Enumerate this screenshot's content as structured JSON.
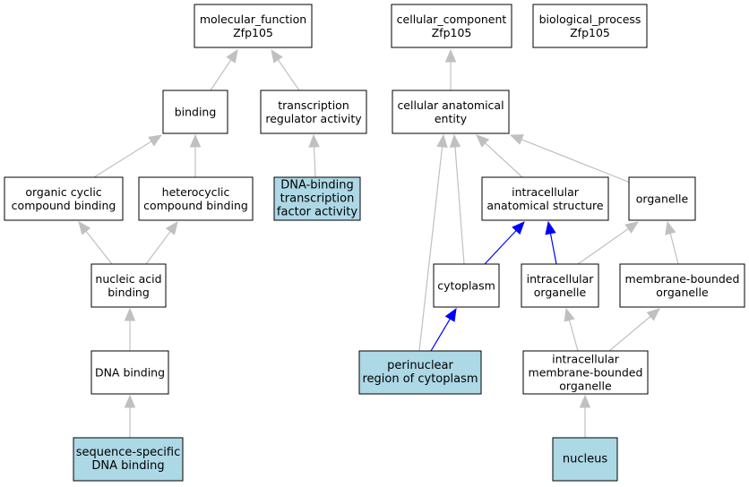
{
  "graph": {
    "colors": {
      "highlight_fill": "#add8e6",
      "default_fill": "#ffffff",
      "grey_edge": "#c0c0c0",
      "blue_edge": "#0000ff"
    },
    "nodes": [
      {
        "id": "mf",
        "lines": [
          "molecular_function",
          "Zfp105"
        ],
        "highlight": false
      },
      {
        "id": "binding",
        "lines": [
          "binding"
        ],
        "highlight": false
      },
      {
        "id": "tra",
        "lines": [
          "transcription",
          "regulator activity"
        ],
        "highlight": false
      },
      {
        "id": "ocb",
        "lines": [
          "organic cyclic",
          "compound binding"
        ],
        "highlight": false
      },
      {
        "id": "hcb",
        "lines": [
          "heterocyclic",
          "compound binding"
        ],
        "highlight": false
      },
      {
        "id": "dbtfa",
        "lines": [
          "DNA-binding",
          "transcription",
          "factor activity"
        ],
        "highlight": true
      },
      {
        "id": "nab",
        "lines": [
          "nucleic acid",
          "binding"
        ],
        "highlight": false
      },
      {
        "id": "dnab",
        "lines": [
          "DNA binding"
        ],
        "highlight": false
      },
      {
        "id": "ssdb",
        "lines": [
          "sequence-specific",
          "DNA binding"
        ],
        "highlight": true
      },
      {
        "id": "cc",
        "lines": [
          "cellular_component",
          "Zfp105"
        ],
        "highlight": false
      },
      {
        "id": "bp",
        "lines": [
          "biological_process",
          "Zfp105"
        ],
        "highlight": false
      },
      {
        "id": "cae",
        "lines": [
          "cellular anatomical",
          "entity"
        ],
        "highlight": false
      },
      {
        "id": "ias",
        "lines": [
          "intracellular",
          "anatomical structure"
        ],
        "highlight": false
      },
      {
        "id": "org",
        "lines": [
          "organelle"
        ],
        "highlight": false
      },
      {
        "id": "cyto",
        "lines": [
          "cytoplasm"
        ],
        "highlight": false
      },
      {
        "id": "io",
        "lines": [
          "intracellular",
          "organelle"
        ],
        "highlight": false
      },
      {
        "id": "mbo",
        "lines": [
          "membrane-bounded",
          "organelle"
        ],
        "highlight": false
      },
      {
        "id": "prc",
        "lines": [
          "perinuclear",
          "region of cytoplasm"
        ],
        "highlight": true
      },
      {
        "id": "imbo",
        "lines": [
          "intracellular",
          "membrane-bounded",
          "organelle"
        ],
        "highlight": false
      },
      {
        "id": "nuc",
        "lines": [
          "nucleus"
        ],
        "highlight": true
      }
    ],
    "edges": [
      {
        "from": "binding",
        "to": "mf",
        "color": "grey"
      },
      {
        "from": "tra",
        "to": "mf",
        "color": "grey"
      },
      {
        "from": "ocb",
        "to": "binding",
        "color": "grey"
      },
      {
        "from": "hcb",
        "to": "binding",
        "color": "grey"
      },
      {
        "from": "dbtfa",
        "to": "tra",
        "color": "grey"
      },
      {
        "from": "nab",
        "to": "ocb",
        "color": "grey"
      },
      {
        "from": "nab",
        "to": "hcb",
        "color": "grey"
      },
      {
        "from": "dnab",
        "to": "nab",
        "color": "grey"
      },
      {
        "from": "ssdb",
        "to": "dnab",
        "color": "grey"
      },
      {
        "from": "cae",
        "to": "cc",
        "color": "grey"
      },
      {
        "from": "ias",
        "to": "cae",
        "color": "grey"
      },
      {
        "from": "org",
        "to": "cae",
        "color": "grey"
      },
      {
        "from": "cyto",
        "to": "cae",
        "color": "grey"
      },
      {
        "from": "prc",
        "to": "cae",
        "color": "grey"
      },
      {
        "from": "cyto",
        "to": "ias",
        "color": "blue"
      },
      {
        "from": "io",
        "to": "ias",
        "color": "blue"
      },
      {
        "from": "io",
        "to": "org",
        "color": "grey"
      },
      {
        "from": "mbo",
        "to": "org",
        "color": "grey"
      },
      {
        "from": "prc",
        "to": "cyto",
        "color": "blue"
      },
      {
        "from": "imbo",
        "to": "io",
        "color": "grey"
      },
      {
        "from": "imbo",
        "to": "mbo",
        "color": "grey"
      },
      {
        "from": "nuc",
        "to": "imbo",
        "color": "grey"
      }
    ]
  }
}
